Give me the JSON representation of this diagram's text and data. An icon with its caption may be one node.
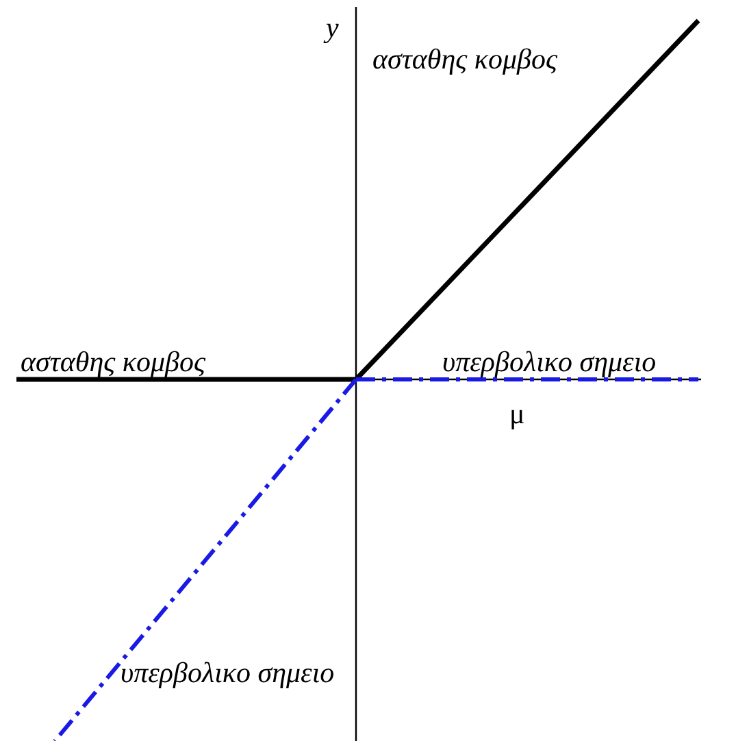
{
  "diagram": {
    "labels": [
      "y",
      "ασταθης κομβος",
      "ασταθης κομβος",
      "υπερβολικο σημειο",
      "μ",
      "υπερβολικο σημειο"
    ]
  }
}
